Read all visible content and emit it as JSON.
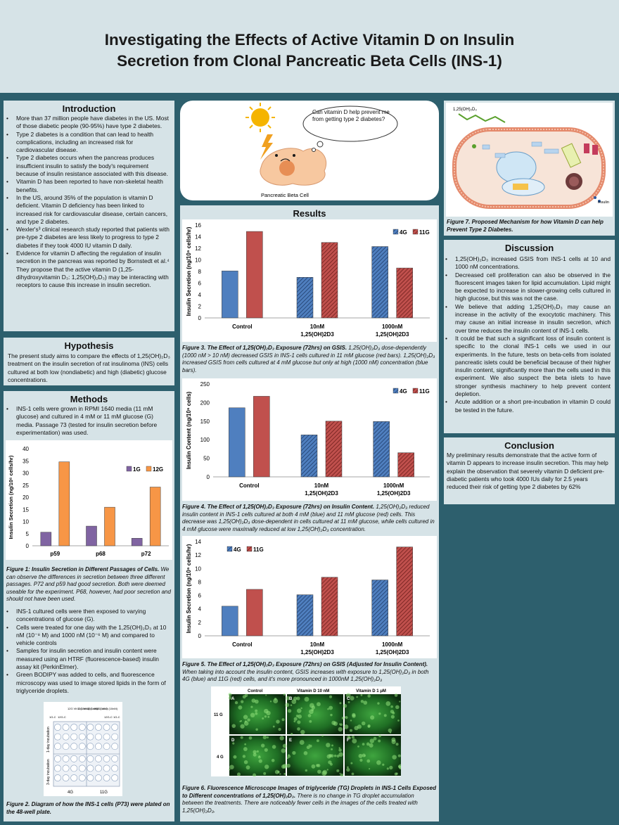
{
  "title": {
    "line1": "Investigating the Effects of Active Vitamin D on Insulin",
    "line2": "Secretion from Clonal Pancreatic Beta Cells (INS-1)"
  },
  "introduction": {
    "heading": "Introduction",
    "bullets": [
      "More than 37 million people have diabetes in the US. Most of those diabetic people (90-95%) have type 2 diabetes.",
      "Type 2 diabetes is a condition that can lead to health complications, including an increased risk for cardiovascular disease.",
      "Type 2 diabetes occurs when the pancreas produces insufficient insulin to satisfy the body's requirement because of insulin resistance associated with this disease.",
      "Vitamin D has been reported to have non-skeletal health benefits.",
      "In the US, around 35% of the population is vitamin D deficient. Vitamin D deficiency has been linked to increased risk for cardiovascular disease, certain cancers, and type 2 diabetes.",
      "Wexler's³ clinical research study reported that patients with pre-type 2 diabetes are less likely to progress to type 2 diabetes if they took 4000 IU vitamin D daily.",
      "Evidence for vitamin D affecting the regulation of insulin secretion in the pancreas was reported by Bornstedt et al.⁴ They propose that the active vitamin D (1,25-dihydroxyvitamin D₃: 1,25(OH)₂D₃) may be interacting with receptors to cause this increase in insulin secretion."
    ]
  },
  "hypothesis": {
    "heading": "Hypothesis",
    "text": "The present study aims to compare the effects of 1,25(OH)₂D₃ treatment on the insulin secretion of rat insulinoma (INS) cells cultured at both low (nondiabetic) and high (diabetic) glucose concentrations."
  },
  "methods": {
    "heading": "Methods",
    "bullets_top": [
      "INS-1 cells were grown in RPMI 1640 media (11 mM glucose) and cultured in 4 mM or 11 mM glucose (G) media. Passage 73 (tested for insulin secretion before experimentation) was used."
    ],
    "fig1_caption_bold": "Figure 1: Insulin Secretion in Different Passages of Cells.",
    "fig1_caption": " We can observe the differences in secretion between three different passages. P72 and p59 had good secretion. Both were deemed useable for the experiment. P68, however, had poor secretion and should not have been used.",
    "bullets_bottom": [
      "INS-1 cultured cells were then exposed to varying concentrations of glucose (G).",
      "Cells were treated for one day with the 1,25(OH)₂D₃ at 10 nM (10⁻⁸ M) and 1000 nM (10⁻⁶ M) and compared to vehicle controls",
      "Samples for insulin secretion and insulin content were measured using an HTRF (fluorescence-based) insulin assay kit (PerkinElmer).",
      "Green BODIPY was added to cells, and fluorescence microscopy was used to image stored lipids in the form of triglyceride droplets."
    ],
    "plate": {
      "col_labels": [
        "1G-C",
        "12G-C",
        "12G Vit D (10nM)",
        "12G Vit D (1uM)",
        "12G Vit D (1uM)",
        "12G Vit D (10nM)",
        "12G-C",
        "1G-C"
      ],
      "row_label_top": "1-day incubation",
      "row_label_bottom": "3-day incubation",
      "bottom_left": "4G",
      "bottom_right": "11G"
    },
    "fig2_caption_bold": "Figure 2. Diagram of how the INS-1 cells (P73) were plated on the 48-well plate."
  },
  "hero": {
    "bubble": "Can vitamin D help prevent me from getting type 2 diabetes?",
    "cell_label": "Pancreatic Beta Cell"
  },
  "results": {
    "heading": "Results",
    "fig3_caption_bold": "Figure 3. The Effect of 1,25(OH)₂D₃ Exposure (72hrs) on GSIS.",
    "fig3_caption": " 1,25(OH)₂D₃ dose-dependently (1000 nM > 10 nM) decreased GSIS in INS-1 cells cultured in 11 mM glucose (red bars). 1,25(OH)₂D₃ increased GSIS from cells cultured at 4 mM glucose but only at high (1000 nM) concentration (blue bars).",
    "fig4_caption_bold": "Figure 4. The Effect of 1,25(OH)₂D₃ Exposure (72hrs) on Insulin Content.",
    "fig4_caption": " 1,25(OH)₂D₃ reduced insulin content in INS-1 cells cultured at both 4 mM (blue) and 11 mM glucose (red) cells. This decrease was 1,25(OH)₂D₃ dose-dependent in cells cultured at 11 mM glucose, while cells cultured in 4 mM glucose were maximally reduced at low 1,25(OH)₂D₃ concentration.",
    "fig5_caption_bold": "Figure 5. The Effect of 1,25(OH)₂D₃ Exposure (72hrs) on GSIS (Adjusted for Insulin Content).",
    "fig5_caption": " When taking into account the insulin content, GSIS increases with exposure to 1,25(OH)₂D₃ in both 4G (blue) and 11G (red) cells, and it's more pronounced in 1000nM 1,25(OH)₂D₃",
    "micro": {
      "col_labels": [
        "Control",
        "Vitamin D 10 nM",
        "Vitamin D 1 μM"
      ],
      "row_labels": [
        "11 G",
        "4 G"
      ],
      "panel_letters": [
        "A",
        "B",
        "C",
        "D",
        "E",
        "F"
      ]
    },
    "fig6_caption_bold": "Figure 6. Fluorescence Microscope Images of triglyceride (TG) Droplets in INS-1 Cells Exposed to Different concentrations of 1,25(OH)₂D₃.",
    "fig6_caption": " There is no change in TG droplet accumulation between the treatments. There are noticeably fewer cells in the images of the cells treated with 1,25(OH)₂D₃."
  },
  "mechanism": {
    "top_label": "1,25(OH)₂D₃",
    "insulin_label": "Insulin",
    "fig7_caption_bold": "Figure 7. Proposed Mechanism for how Vitamin D can help Prevent Type 2 Diabetes."
  },
  "discussion": {
    "heading": "Discussion",
    "bullets": [
      "1,25(OH)₂D₃ increased GSIS from INS-1 cells at 10 and 1000 nM concentrations.",
      "Decreased cell proliferation can also be observed in the fluorescent images taken for lipid accumulation. Lipid might be expected to increase in slower-growing cells cultured in high glucose, but this was not the case.",
      "We believe that adding 1,25(OH)₂D₃ may cause an increase in the activity of the exocytotic machinery. This may cause an initial increase in insulin secretion, which over time reduces the insulin content of INS-1 cells.",
      "It could be that such a significant loss of insulin content is specific to the clonal INS-1 cells we used in our experiments. In the future, tests on beta-cells from isolated pancreatic islets could be beneficial because of their higher insulin content, significantly more than the cells used in this experiment. We also suspect the beta islets to have stronger synthesis machinery to help prevent content depletion.",
      "Acute addition or a short pre-incubation in vitamin D could be tested in the future."
    ]
  },
  "conclusion": {
    "heading": "Conclusion",
    "text": "My preliminary results demonstrate that the active form of vitamin D appears to increase insulin secretion. This may help explain the observation that severely vitamin D deficient pre-diabetic patients who took 4000 IUs daily for 2.5 years reduced their risk of getting type 2 diabetes by 62%"
  },
  "colors": {
    "series_a": "#4f7fbf",
    "series_b": "#c0504d",
    "g1": "#8064a2",
    "g12": "#f79646"
  },
  "chart_data": [
    {
      "id": "fig1",
      "type": "bar",
      "categories": [
        "p59",
        "p68",
        "p72"
      ],
      "series": [
        {
          "name": "1G",
          "values": [
            5.6,
            8.1,
            3.1
          ]
        },
        {
          "name": "12G",
          "values": [
            34.6,
            15.9,
            24.2
          ]
        }
      ],
      "ylabel": "Insulin  Secretion (ng/10⁶ cells/hr)",
      "ylim": [
        0,
        40
      ],
      "yticks": [
        0,
        5,
        10,
        15,
        20,
        25,
        30,
        35,
        40
      ],
      "legend": "right"
    },
    {
      "id": "fig3",
      "type": "bar",
      "categories": [
        [
          "Control"
        ],
        [
          "10nM",
          "1,25(OH)2D3"
        ],
        [
          "1000nM",
          "1,25(OH)2D3"
        ]
      ],
      "series": [
        {
          "name": "4G",
          "values": [
            8.1,
            7.0,
            12.3
          ]
        },
        {
          "name": "11G",
          "values": [
            14.9,
            13.0,
            8.6
          ]
        }
      ],
      "ylabel": "Insulin Secretion (ng/10⁶ cells/hr)",
      "ylim": [
        0,
        16
      ],
      "yticks": [
        0,
        2,
        4,
        6,
        8,
        10,
        12,
        14,
        16
      ],
      "legend": "top-right"
    },
    {
      "id": "fig4",
      "type": "bar",
      "categories": [
        [
          "Control"
        ],
        [
          "10nM",
          "1,25(OH)2D3"
        ],
        [
          "1000nM",
          "1,25(OH)2D3"
        ]
      ],
      "series": [
        {
          "name": "4G",
          "values": [
            186,
            113,
            149
          ]
        },
        {
          "name": "11G",
          "values": [
            217,
            150,
            65
          ]
        }
      ],
      "ylabel": "Insulin Content (ng/10⁶ cells)",
      "ylim": [
        0,
        250
      ],
      "yticks": [
        0,
        50,
        100,
        150,
        200,
        250
      ],
      "legend": "top-right"
    },
    {
      "id": "fig5",
      "type": "bar",
      "categories": [
        [
          "Control"
        ],
        [
          "10nM",
          "1,25(OH)2D3"
        ],
        [
          "1000nM",
          "1,25(OH)2D3"
        ]
      ],
      "series": [
        {
          "name": "4G",
          "values": [
            4.4,
            6.1,
            8.3
          ]
        },
        {
          "name": "11G",
          "values": [
            6.9,
            8.7,
            13.2
          ]
        }
      ],
      "ylabel": "Insulin Secretion (ng/10⁶ cells/hr)",
      "ylim": [
        0,
        14
      ],
      "yticks": [
        0,
        2,
        4,
        6,
        8,
        10,
        12,
        14
      ],
      "legend": "top-left"
    }
  ]
}
